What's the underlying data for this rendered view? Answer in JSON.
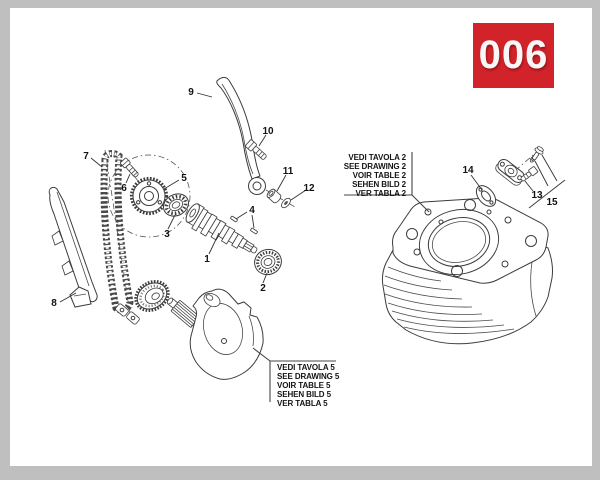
{
  "badge": {
    "number": "006"
  },
  "colors": {
    "badge_bg": "#d2232a",
    "badge_text": "#ffffff",
    "frame_bg": "#bfbfbf",
    "page_bg": "#ffffff",
    "line": "#3c3c3c"
  },
  "diagram": {
    "parts": [
      {
        "label": "1"
      },
      {
        "label": "2"
      },
      {
        "label": "3"
      },
      {
        "label": "4"
      },
      {
        "label": "5"
      },
      {
        "label": "6"
      },
      {
        "label": "7"
      },
      {
        "label": "8"
      },
      {
        "label": "9"
      },
      {
        "label": "10"
      },
      {
        "label": "11"
      },
      {
        "label": "12"
      },
      {
        "label": "13"
      },
      {
        "label": "14"
      },
      {
        "label": "15"
      }
    ],
    "references": [
      {
        "lines": [
          "VEDI TAVOLA 2",
          "SEE DRAWING 2",
          "VOIR TABLE 2",
          "SEHEN BILD 2",
          "VER TABLA 2"
        ]
      },
      {
        "lines": [
          "VEDI TAVOLA 5",
          "SEE DRAWING 5",
          "VOIR TABLE 5",
          "SEHEN BILD 5",
          "VER TABLA 5"
        ]
      }
    ]
  }
}
